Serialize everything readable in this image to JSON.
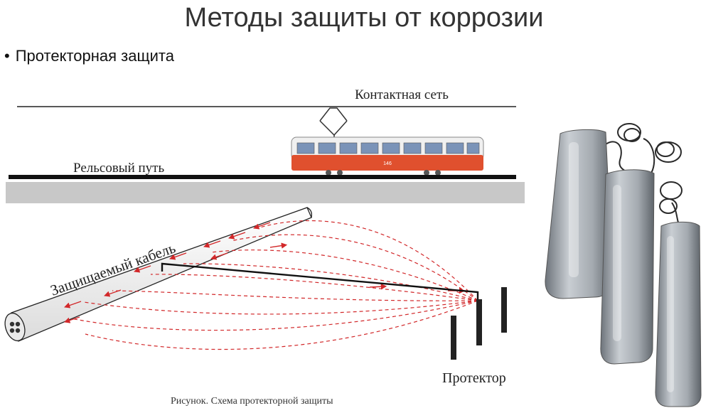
{
  "slide": {
    "title": "Методы защиты от коррозии",
    "bullet": "Протекторная защита"
  },
  "diagram": {
    "contact_network_label": "Контактная сеть",
    "rail_track_label": "Рельсовый путь",
    "cable_label": "Защищаемый кабель",
    "protector_label": "Протектор",
    "caption": "Рисунок. Схема протекторной защиты",
    "tram_number": "146",
    "colors": {
      "current_lines": "#d2282a",
      "tram_red": "#e0502e",
      "ground": "#c8c8c8",
      "anode_metal": "#9aa0a6"
    }
  }
}
